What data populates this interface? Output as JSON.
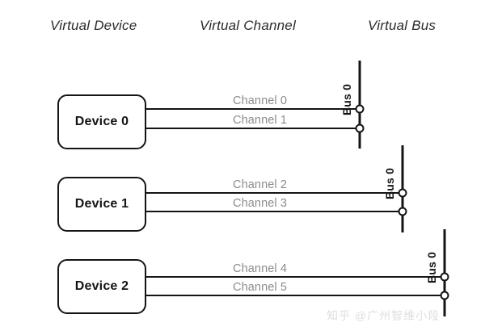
{
  "headers": {
    "device": "Virtual Device",
    "channel": "Virtual Channel",
    "bus": "Virtual Bus"
  },
  "devices": [
    {
      "label": "Device 0"
    },
    {
      "label": "Device 1"
    },
    {
      "label": "Device 2"
    }
  ],
  "channels": [
    {
      "label": "Channel 0"
    },
    {
      "label": "Channel 1"
    },
    {
      "label": "Channel 2"
    },
    {
      "label": "Channel 3"
    },
    {
      "label": "Channel 4"
    },
    {
      "label": "Channel 5"
    }
  ],
  "buses": [
    {
      "label": "Bus 0"
    },
    {
      "label": "Bus 0"
    },
    {
      "label": "Bus 0"
    }
  ],
  "watermark": "知乎 @广州智维小段",
  "colors": {
    "stroke": "#141414",
    "channel_text": "#8c8c8c",
    "header_text": "#2b2b2b",
    "background": "#ffffff",
    "watermark": "#dedede"
  }
}
